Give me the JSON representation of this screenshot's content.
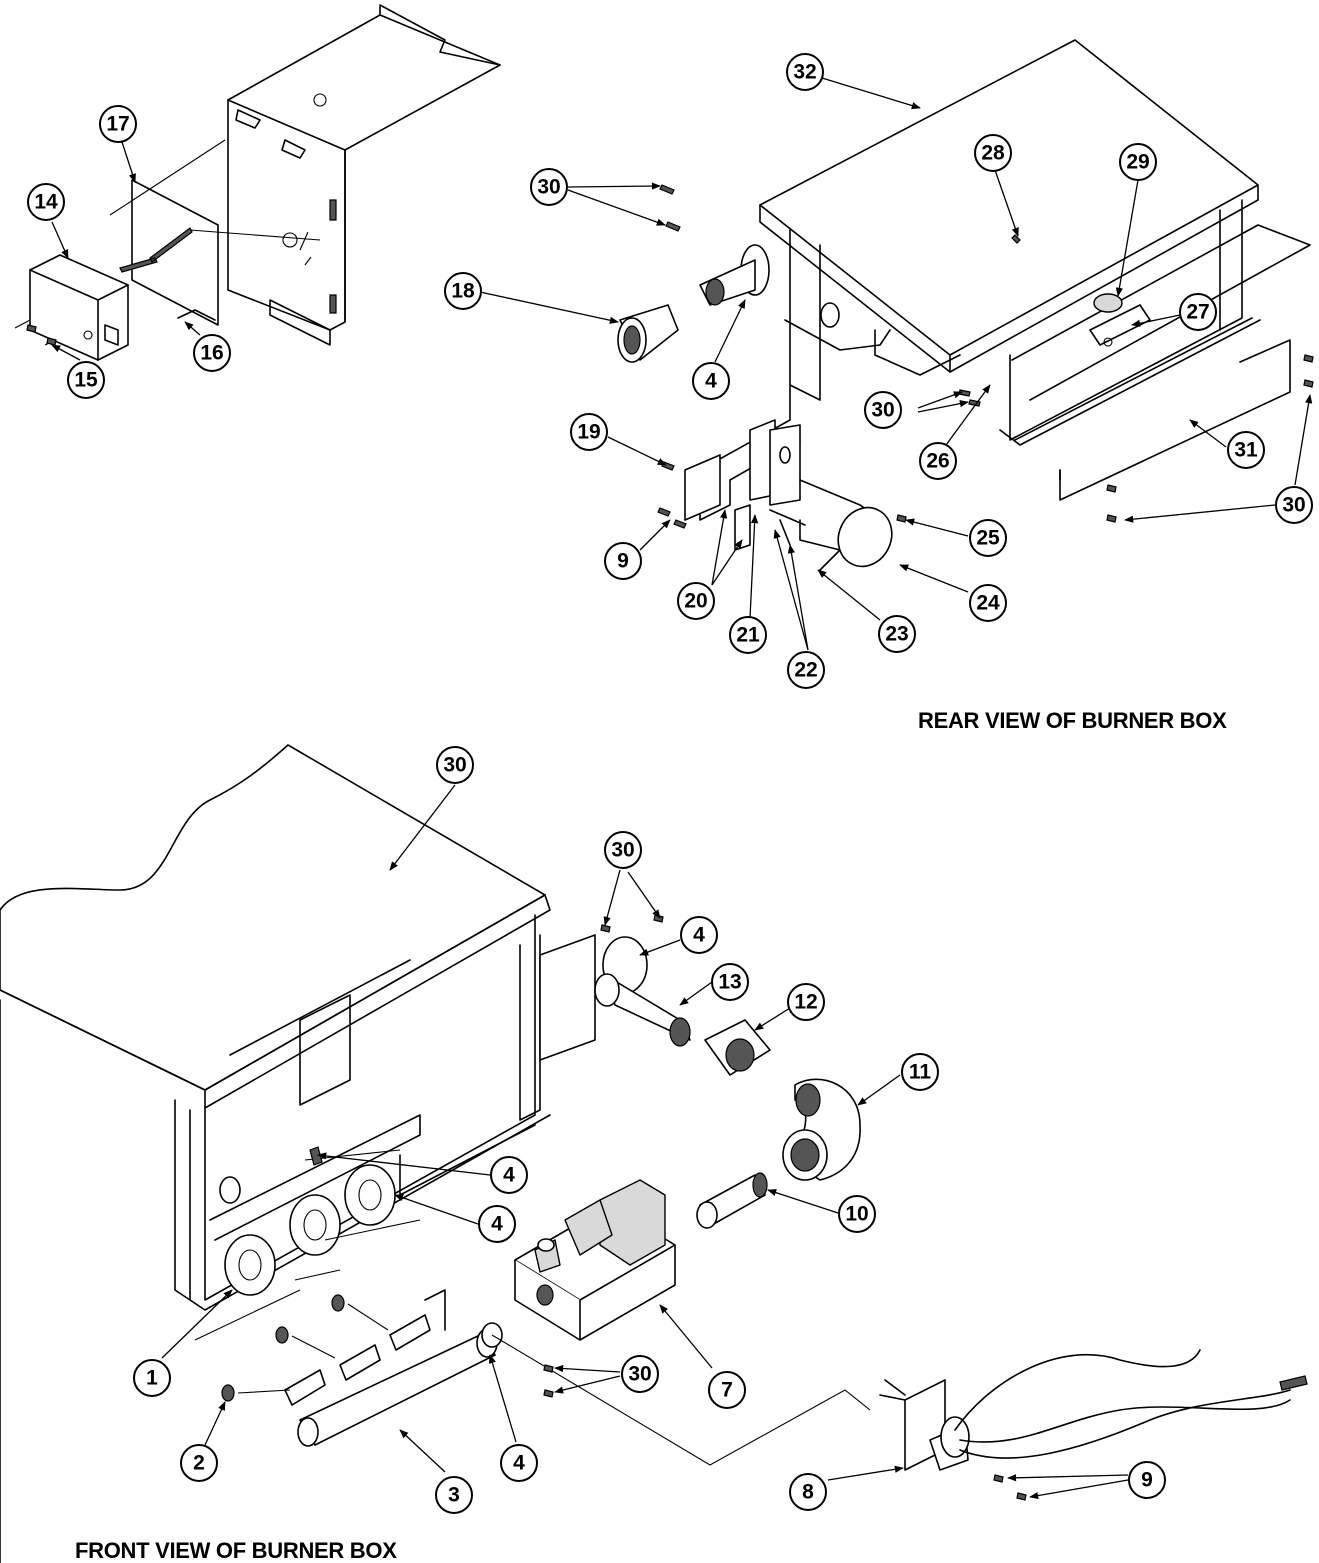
{
  "captions": {
    "rear": "REAR VIEW OF BURNER BOX",
    "front": "FRONT VIEW OF BURNER BOX"
  },
  "callouts": {
    "rear": [
      "32",
      "30",
      "28",
      "29",
      "18",
      "4",
      "27",
      "30",
      "26",
      "31",
      "30",
      "19",
      "9",
      "20",
      "21",
      "22",
      "23",
      "24",
      "25",
      "17",
      "14",
      "16",
      "15"
    ],
    "front": [
      "30",
      "30",
      "4",
      "13",
      "12",
      "11",
      "4",
      "4",
      "10",
      "7",
      "30",
      "1",
      "2",
      "3",
      "4",
      "8",
      "9"
    ]
  }
}
